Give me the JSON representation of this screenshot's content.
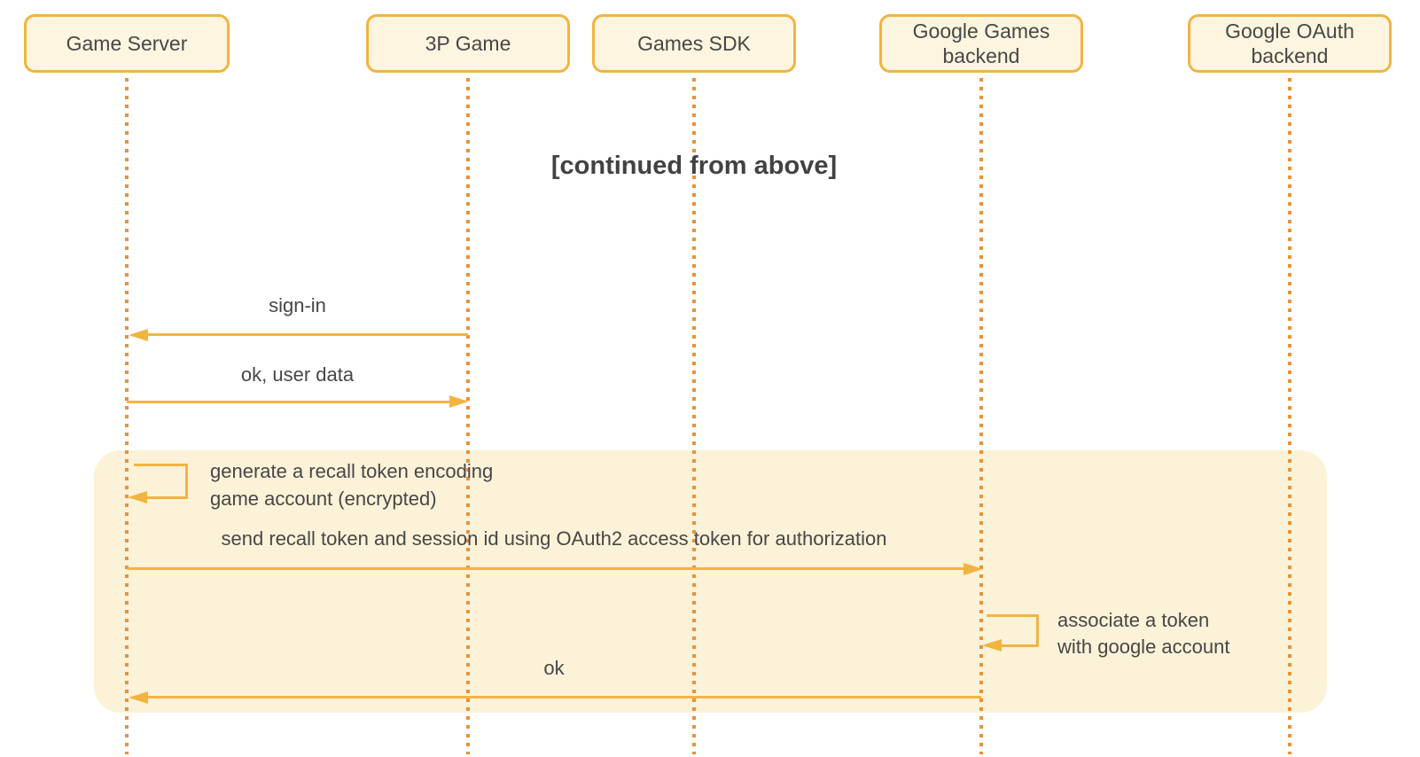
{
  "diagram": {
    "type": "sequence-diagram",
    "heading": "[continued from above]",
    "actors": [
      {
        "id": "game-server",
        "label": "Game Server"
      },
      {
        "id": "3p-game",
        "label": "3P Game"
      },
      {
        "id": "games-sdk",
        "label": "Games SDK"
      },
      {
        "id": "google-games-backend",
        "label": "Google Games backend"
      },
      {
        "id": "google-oauth-backend",
        "label": "Google OAuth backend"
      }
    ],
    "messages": [
      {
        "label": "sign-in",
        "from": "3P Game",
        "to": "Game Server",
        "direction": "left"
      },
      {
        "label": "ok, user data",
        "from": "Game Server",
        "to": "3P Game",
        "direction": "right"
      },
      {
        "label": "generate a recall token encoding\ngame account (encrypted)",
        "type": "self",
        "actor": "Game Server"
      },
      {
        "label": "send recall token and session id using OAuth2 access token for authorization",
        "from": "Game Server",
        "to": "Google Games backend",
        "direction": "right"
      },
      {
        "label": "associate a token\nwith google account",
        "type": "self",
        "actor": "Google Games backend"
      },
      {
        "label": "ok",
        "from": "Google Games backend",
        "to": "Game Server",
        "direction": "left"
      }
    ],
    "colors": {
      "box_fill": "#FDF5DF",
      "box_border": "#F2B441",
      "arrow": "#F2B441",
      "lifeline": "#E8923A",
      "highlight_fill": "#FBF2D8",
      "text": "#474747",
      "heading_text": "#424242"
    }
  }
}
